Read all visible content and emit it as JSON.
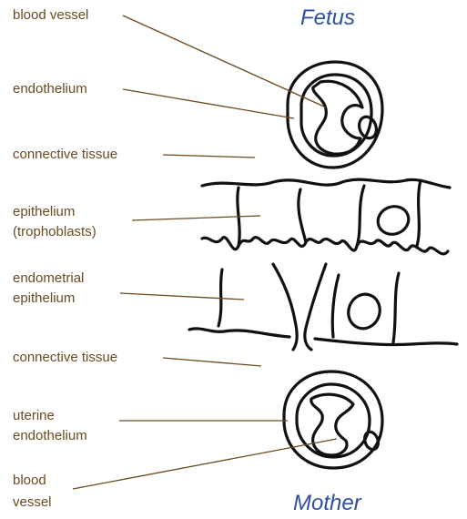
{
  "titles": {
    "fetus": "Fetus",
    "mother": "Mother"
  },
  "labels": {
    "blood_vessel_top": "blood vessel",
    "endothelium": "endothelium",
    "connective_tissue_top": "connective tissue",
    "epithelium_line1": "epithelium",
    "epithelium_line2": "(trophoblasts)",
    "endometrial_line1": "endometrial",
    "endometrial_line2": "epithelium",
    "connective_tissue_bottom": "connective tissue",
    "uterine_line1": "uterine",
    "uterine_line2": "endothelium",
    "blood_vessel_bottom_line1": "blood",
    "blood_vessel_bottom_line2": "vessel"
  },
  "colors": {
    "label_text": "#6b4a22",
    "leader_line": "#6b4a22",
    "title_text": "#2e4fa3",
    "tissue_outline": "#111111"
  }
}
